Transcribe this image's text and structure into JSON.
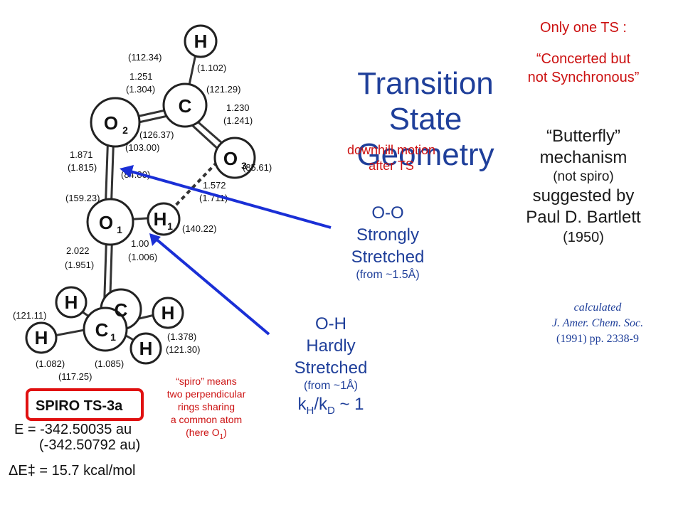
{
  "title": [
    "Transition",
    "State",
    "Geometry"
  ],
  "top_note": {
    "line1": "Only one TS :",
    "line2": "“Concerted but",
    "line3": "not Synchronous”"
  },
  "butterfly": {
    "line1": "“Butterfly”",
    "line2": "mechanism",
    "line3": "(not spiro)",
    "line4": "suggested by",
    "line5": "Paul D. Bartlett",
    "line6": "(1950)"
  },
  "citation": {
    "line1": "calculated",
    "line2": "J. Amer. Chem. Soc.",
    "line3": "(1991) pp. 2338-9"
  },
  "downhill": {
    "line1": "downhill motion",
    "line2": "after TS"
  },
  "oo_note": {
    "line1": "O-O",
    "line2": "Strongly",
    "line3": "Stretched",
    "line4": "(from ~1.5Å)"
  },
  "oh_note": {
    "line1": "O-H",
    "line2": "Hardly",
    "line3": "Stretched",
    "line4": "(from ~1Å)",
    "kh": "H",
    "kd": "D",
    "kh_prefix": "k",
    "kd_prefix": "/k",
    "ratio": " ~ 1"
  },
  "spiro_note": {
    "line1": "“spiro” means",
    "line2": "two perpendicular",
    "line3": "rings sharing",
    "line4": "a common atom",
    "line5": "(here O",
    "sub": "1",
    "line5_end": ")"
  },
  "molecule": {
    "atoms": {
      "H_top": "H",
      "C": "C",
      "O2": "O",
      "O2_sub": "2",
      "O3": "O",
      "O3_sub": "3",
      "O1": "O",
      "O1_sub": "1",
      "H1": "H",
      "H1_sub": "1",
      "C1": "C",
      "C1_sub": "1",
      "H_a": "H",
      "C_b": "C",
      "H_c": "H",
      "H_d": "H",
      "H_e": "H"
    },
    "labels": {
      "a_112": "(112.34)",
      "a_1102": "(1.102)",
      "a_1251": "1.251",
      "a_1304": "(1.304)",
      "a_12129": "(121.29)",
      "a_1230": "1.230",
      "a_1241": "(1.241)",
      "a_12637": "(126.37)",
      "a_10300": "(103.00)",
      "a_1871": "1.871",
      "a_1815": "(1.815)",
      "a_8561": "(85.61)",
      "a_1572": "1.572",
      "a_1711": "(1.711)",
      "a_8480": "(84.80)",
      "a_15923": "(159.23)",
      "a_14022": "(140.22)",
      "a_100": "1.00",
      "a_1006": "(1.006)",
      "a_2022": "2.022",
      "a_1951": "(1.951)",
      "a_12111": "(121.11)",
      "a_1378": "(1.378)",
      "a_12130": "(121.30)",
      "a_1082": "(1.082)",
      "a_1085": "(1.085)",
      "a_11725": "(117.25)"
    },
    "spiro_label": "SPIRO  TS-3a",
    "energy1": "E = -342.50035 au",
    "energy2": "(-342.50792 au)",
    "delta_e": "ΔE‡ = 15.7 kcal/mol"
  },
  "colors": {
    "blue_title": "#1f3f9a",
    "red_note": "#cc1111",
    "arrow": "#1a2fd6"
  }
}
